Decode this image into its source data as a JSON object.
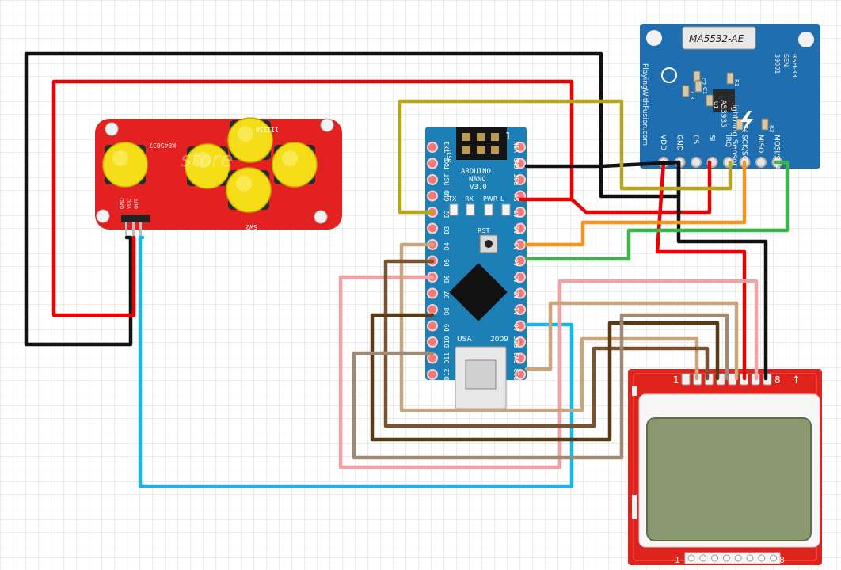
{
  "nano": {
    "name": "ARDUINO",
    "model": "NANO",
    "version": "V3.0",
    "side_text": "ARDUINO.CC",
    "usa": "USA",
    "year": "2009",
    "led_labels": [
      "TX",
      "RX",
      "PWR",
      "L"
    ],
    "rst_button": "RST",
    "icsp": "ICSP",
    "left_pins": [
      "TX1",
      "RX0",
      "RST",
      "GND",
      "D2",
      "D3",
      "D4",
      "D5",
      "D6",
      "D7",
      "D8",
      "D9",
      "D10",
      "D11",
      "D12"
    ],
    "right_pins": [
      "VIN",
      "GND",
      "RST",
      "5V",
      "A7",
      "A6",
      "A5",
      "A4",
      "A3",
      "A2",
      "A1",
      "A0",
      "REF",
      "3V3",
      "D13"
    ]
  },
  "sensor": {
    "chip_label": "MA5532-AE",
    "title": "Lightning Sensor",
    "chip": "AS3935",
    "brand": "PlayingWithFusion.com",
    "part_codes": [
      "RSH-33",
      "SEN-",
      "39001"
    ],
    "pins": [
      "VDD",
      "GND",
      "CS",
      "SI",
      "IRQ",
      "SCK/SCL",
      "MISO",
      "MOSI/SDA"
    ],
    "component_labels": [
      "C3",
      "C2",
      "U1",
      "R1",
      "R2",
      "R3",
      "C1"
    ]
  },
  "keypad": {
    "code_top": "K845037",
    "code_right": "111330",
    "label": "SW2",
    "watermark": "store",
    "pins": [
      "GND",
      "VCC",
      "OUT"
    ]
  },
  "lcd": {
    "pin_start": "1",
    "pin_end": "8",
    "arrow": "↑",
    "bottom_start": "1",
    "bottom_end": "8"
  },
  "colors": {
    "black": "#111111",
    "red": "#ee0000",
    "blue": "#19b5e5",
    "olive": "#b5a61a",
    "orange": "#f7941d",
    "green": "#3cb54a",
    "pink": "#f2a1a5",
    "dark_brown": "#5a3a14",
    "brown": "#7a5230",
    "tan": "#c8a57a",
    "grey_brown": "#a08a73",
    "board_blue": "#1c7fb5",
    "board_red": "#e31b1b"
  }
}
